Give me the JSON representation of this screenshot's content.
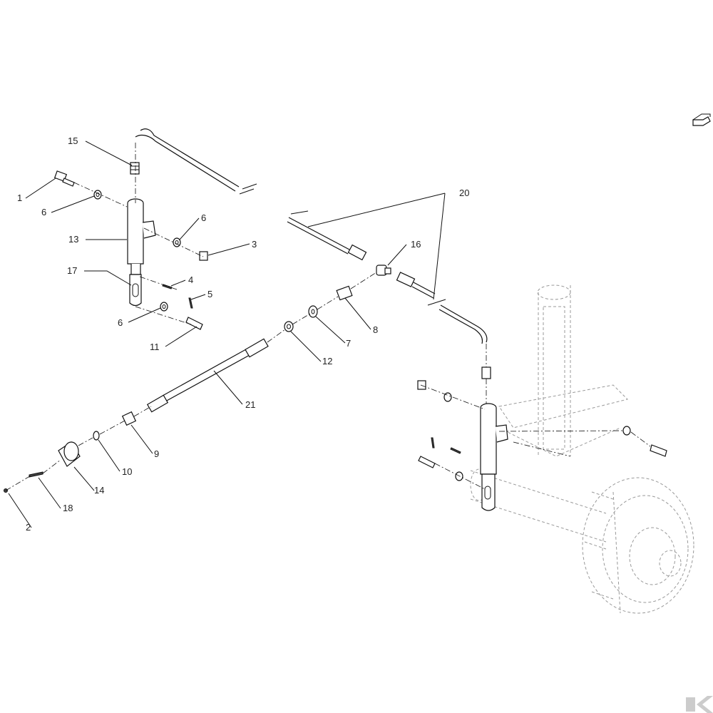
{
  "callouts": [
    {
      "n": "1"
    },
    {
      "n": "2"
    },
    {
      "n": "3"
    },
    {
      "n": "4"
    },
    {
      "n": "5"
    },
    {
      "n": "6"
    },
    {
      "n": "6"
    },
    {
      "n": "6"
    },
    {
      "n": "7"
    },
    {
      "n": "8"
    },
    {
      "n": "9"
    },
    {
      "n": "10"
    },
    {
      "n": "11"
    },
    {
      "n": "12"
    },
    {
      "n": "13"
    },
    {
      "n": "14"
    },
    {
      "n": "15"
    },
    {
      "n": "16"
    },
    {
      "n": "17"
    },
    {
      "n": "18"
    },
    {
      "n": "20"
    },
    {
      "n": "21"
    }
  ],
  "icons": {
    "orientation": "direction-arrow-icon",
    "brand": "brand-logo-icon"
  },
  "colors": {
    "line": "#111111",
    "ghost": "#999999",
    "logo": "#cccccc"
  }
}
